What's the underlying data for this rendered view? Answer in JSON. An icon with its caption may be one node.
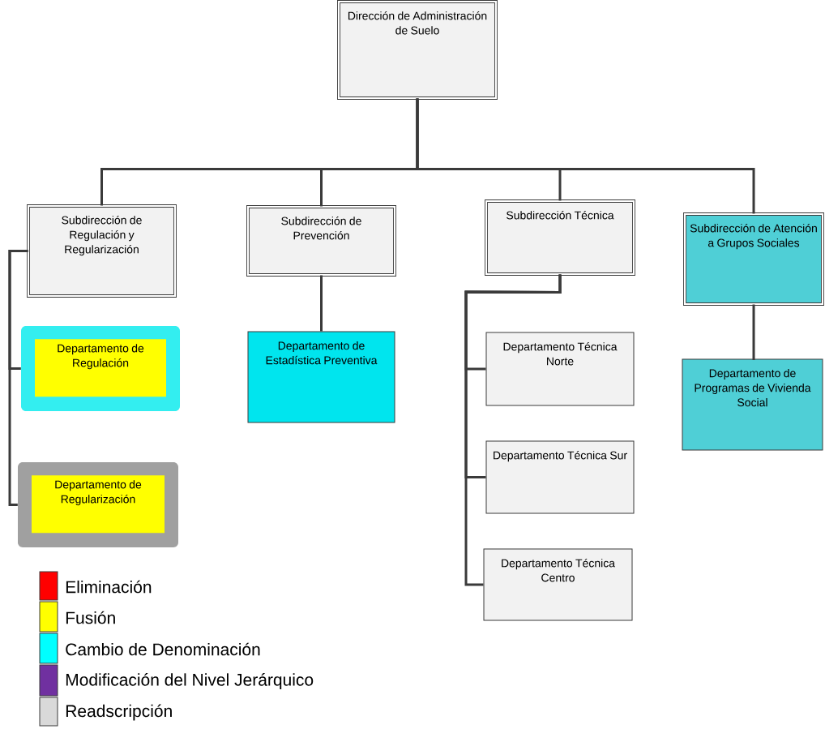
{
  "diagram": {
    "nodes": [
      {
        "text": [
          "Dirección de Administración de Suelo"
        ]
      },
      {
        "text": [
          "Subdirección de Regulación y Regularización"
        ]
      },
      {
        "text": [
          "Subdirección de Prevención"
        ]
      },
      {
        "text": [
          "Subdirección Técnica"
        ]
      },
      {
        "text": [
          "Subdirección de Atención a Grupos Sociales"
        ]
      },
      {
        "text": [
          "Departamento de Regulación"
        ]
      },
      {
        "text": [
          "Departamento de Regularización"
        ]
      },
      {
        "text": [
          "Departamento de Estadística Preventiva"
        ]
      },
      {
        "text": [
          "Departamento Técnica Norte"
        ]
      },
      {
        "text": [
          "Departamento Técnica Sur"
        ]
      },
      {
        "text": [
          "Departamento Técnica Centro"
        ]
      },
      {
        "text": [
          "Departamento de Programas de Vivienda Social"
        ]
      }
    ],
    "edges": [
      {
        "from": 0,
        "to": 1,
        "arrow": "none"
      },
      {
        "from": 0,
        "to": 2,
        "arrow": "none"
      },
      {
        "from": 0,
        "to": 3,
        "arrow": "none"
      },
      {
        "from": 0,
        "to": 4,
        "arrow": "none"
      },
      {
        "from": 1,
        "to": 5,
        "arrow": "none"
      },
      {
        "from": 1,
        "to": 6,
        "arrow": "none"
      },
      {
        "from": 2,
        "to": 7,
        "arrow": "none"
      },
      {
        "from": 3,
        "to": 8,
        "arrow": "none"
      },
      {
        "from": 3,
        "to": 9,
        "arrow": "none"
      },
      {
        "from": 3,
        "to": 10,
        "arrow": "none"
      },
      {
        "from": 4,
        "to": 11,
        "arrow": "none"
      }
    ],
    "legend": [
      {
        "text": "Eliminación",
        "color": "#ff0000"
      },
      {
        "text": "Fusión",
        "color": "#ffff00"
      },
      {
        "text": "Cambio de Denominación",
        "color": "#00ffff"
      },
      {
        "text": "Modificación del Nivel Jerárquico",
        "color": "#7030a0"
      },
      {
        "text": "Readscripción",
        "color": "#d9d9d9"
      }
    ]
  }
}
